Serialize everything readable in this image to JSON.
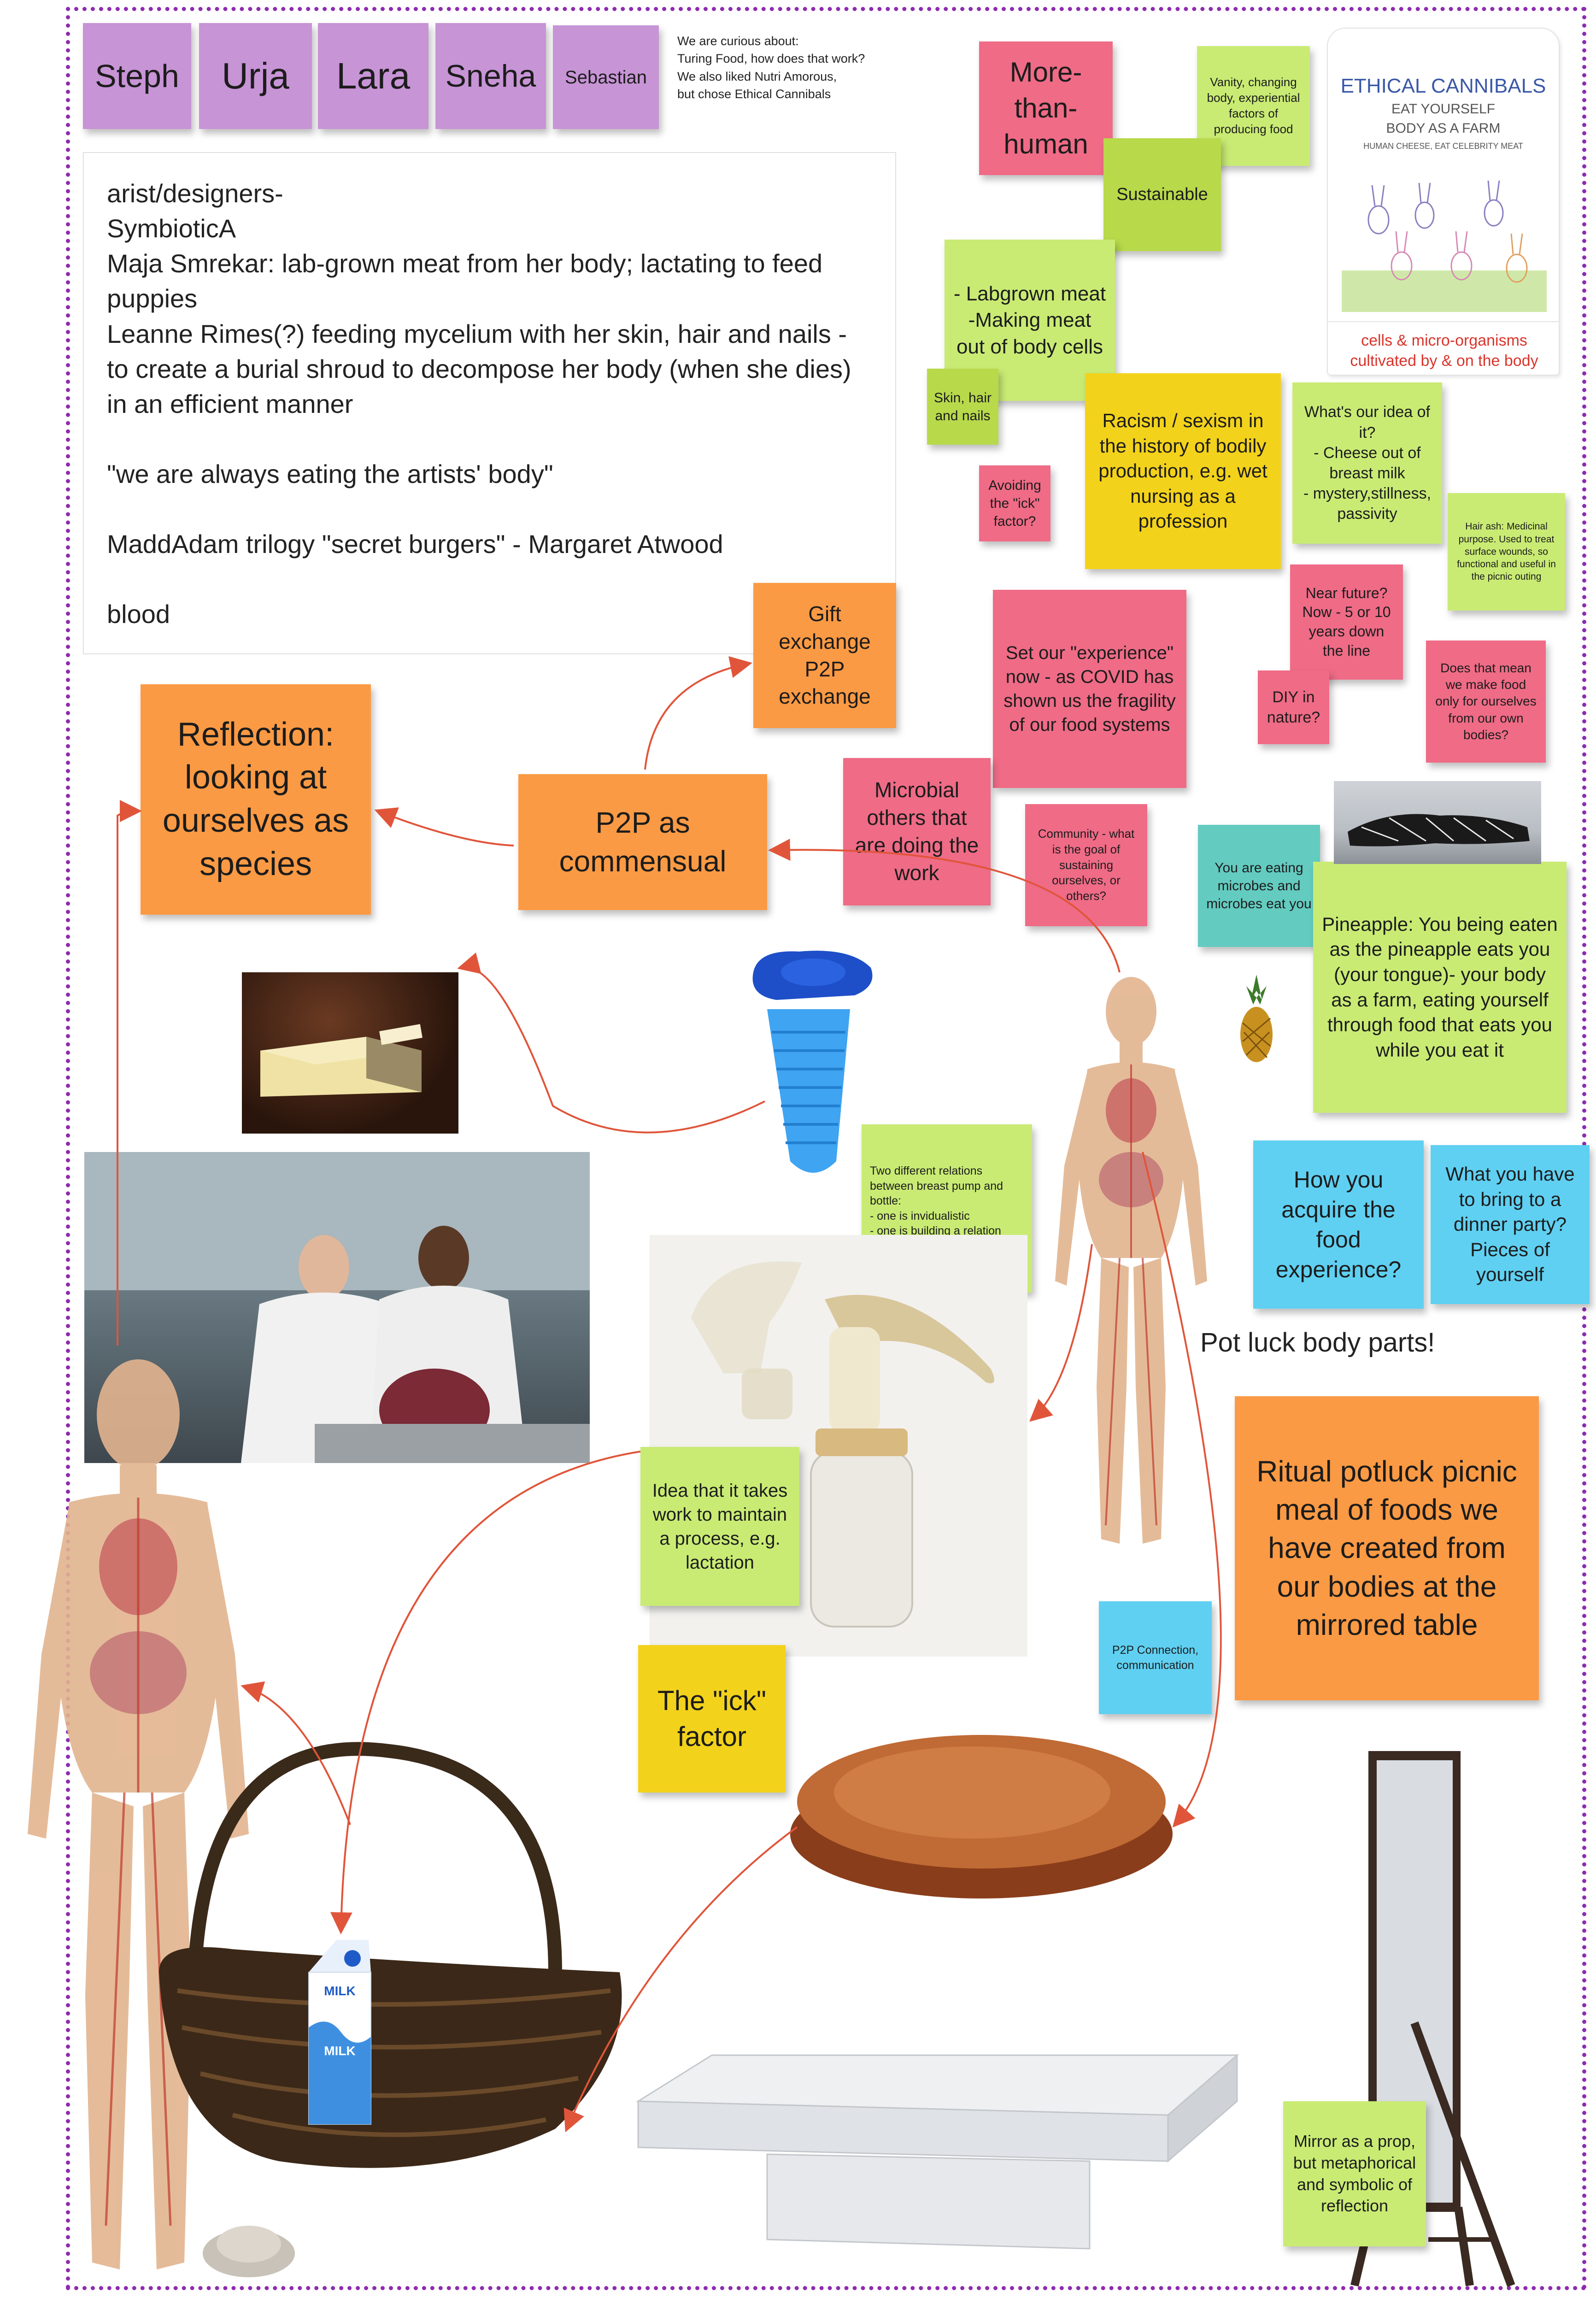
{
  "names": [
    "Steph",
    "Urja",
    "Lara",
    "Sneha",
    "Sebastian"
  ],
  "curious": [
    "We are curious about:",
    "Turing Food, how does that work?",
    "We also liked Nutri Amorous,",
    "but chose Ethical Cannibals"
  ],
  "notes_text": [
    "arist/designers-",
    "SymbioticA",
    "Maja Smrekar: lab-grown meat from her body; lactating to feed puppies",
    "Leanne Rimes(?) feeding mycelium with her skin, hair and nails - to create a burial shroud to decompose her body (when she dies) in an efficient manner",
    "\"we are always eating the artists' body\"",
    "MaddAdam trilogy \"secret burgers\" - Margaret Atwood",
    "blood"
  ],
  "card": {
    "title": "ETHICAL CANNIBALS",
    "line1": "EAT YOURSELF",
    "line2": "BODY AS A FARM",
    "line3": "HUMAN CHEESE, EAT CELEBRITY MEAT",
    "caption": "cells & micro-organisms cultivated by & on the body"
  },
  "stickies": {
    "more_than_human": "More-than-human",
    "vanity": "Vanity, changing body, experiential factors of producing food",
    "sustainable": "Sustainable",
    "labgrown": "- Labgrown meat\n-Making meat out of body cells",
    "skin_hair": "Skin, hair and nails",
    "racism": "Racism / sexism in the history of bodily production, e.g. wet nursing as a profession",
    "idea_of_it": "What's our idea of it?\n- Cheese out of breast milk\n- mystery,stillness, passivity",
    "hair_ash": "Hair ash: Medicinal purpose. Used to treat surface wounds, so functional and useful in the picnic outing",
    "avoiding_ick": "Avoiding the \"ick\" factor?",
    "near_future": "Near future? Now - 5 or 10 years down the line",
    "diy": "DIY in nature?",
    "ourselves_only": "Does that mean we make food only for ourselves from our own bodies?",
    "set_experience": "Set our \"experience\" now - as COVID has shown us the fragility of our food systems",
    "gift_exchange": "Gift exchange P2P exchange",
    "reflection": "Reflection: looking at ourselves as species",
    "p2p_commensual": "P2P as commensual",
    "microbial": "Microbial others that are doing the work",
    "community": "Community - what is the goal of sustaining ourselves, or others?",
    "microbes": "You are eating microbes and microbes eat you",
    "pineapple": "Pineapple: You being eaten as the pineapple eats you (your tongue)- your body as a farm, eating yourself through food that eats you while you eat it",
    "acquire": "How you acquire the food experience?",
    "dinner_party": "What you have to bring to a dinner party? Pieces of yourself",
    "two_relations": "Two different relations between breast pump and bottle:\n- one is invidualistic\n- one is building a relation with another human being",
    "idea_work": "Idea that it takes work to maintain a process, e.g. lactation",
    "ritual": "Ritual potluck picnic meal of foods we have created from our bodies at the mirrored table",
    "p2p_connection": "P2P Connection, communication",
    "ick_factor": "The \"ick\" factor",
    "mirror": "Mirror as a prop, but metaphorical and symbolic of reflection"
  },
  "pot_luck": "Pot luck body parts!",
  "milk_label": "MILK",
  "colors": {
    "frame": "#8e2bb0",
    "purple": "#c794d6",
    "pink": "#ef6b86",
    "green": "#c9eb74",
    "yellow": "#f3d21b",
    "orange": "#fb9a44",
    "blue": "#5fd0f2",
    "teal": "#63cbc0",
    "arrow": "#e0553a"
  },
  "icons": [
    "cheese-image",
    "urine-bottle-image",
    "lab-scientists-image",
    "anatomy-figure-image",
    "breast-pump-image",
    "milk-carton-image",
    "basket-image",
    "kombucha-scoby-image",
    "mirrored-table-image",
    "floor-mirror-image",
    "pineapple-icon",
    "shroud-image",
    "ash-pile-image",
    "bunny-illustration"
  ]
}
